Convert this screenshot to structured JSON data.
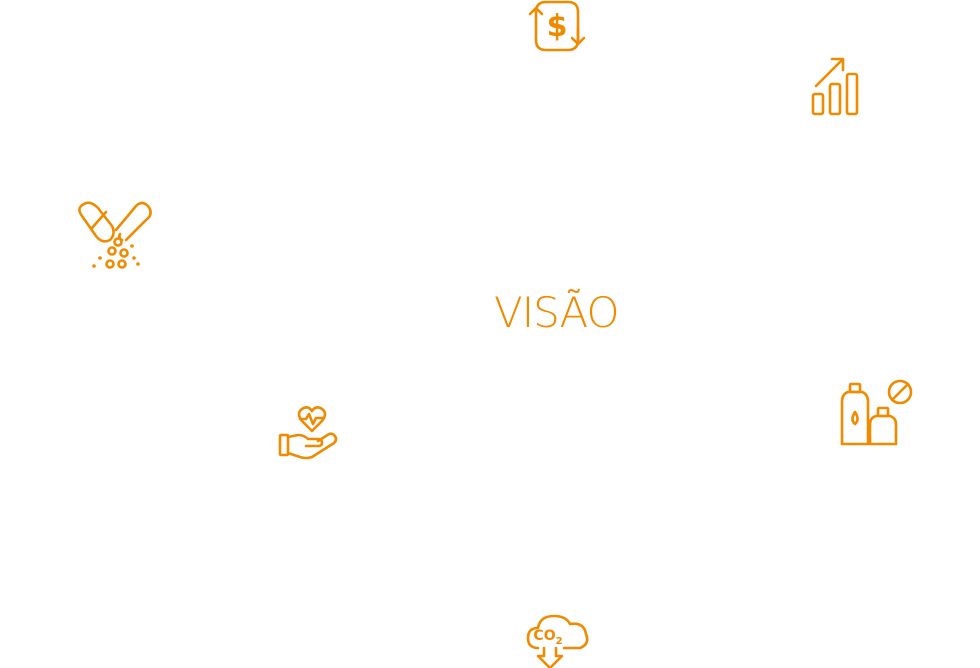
{
  "title": "VISÃO",
  "colors": {
    "accent": "#f08a00",
    "background": "#ffffff"
  },
  "icons": [
    {
      "id": "money",
      "name": "money-cycle-icon",
      "glyph_text": "$"
    },
    {
      "id": "growth",
      "name": "growth-chart-icon"
    },
    {
      "id": "pills",
      "name": "capsule-pills-icon"
    },
    {
      "id": "health",
      "name": "heart-hand-icon"
    },
    {
      "id": "noparaben",
      "name": "no-chemicals-bottles-icon"
    },
    {
      "id": "co2",
      "name": "co2-reduction-icon",
      "glyph_text": "CO",
      "glyph_sub": "2"
    }
  ]
}
